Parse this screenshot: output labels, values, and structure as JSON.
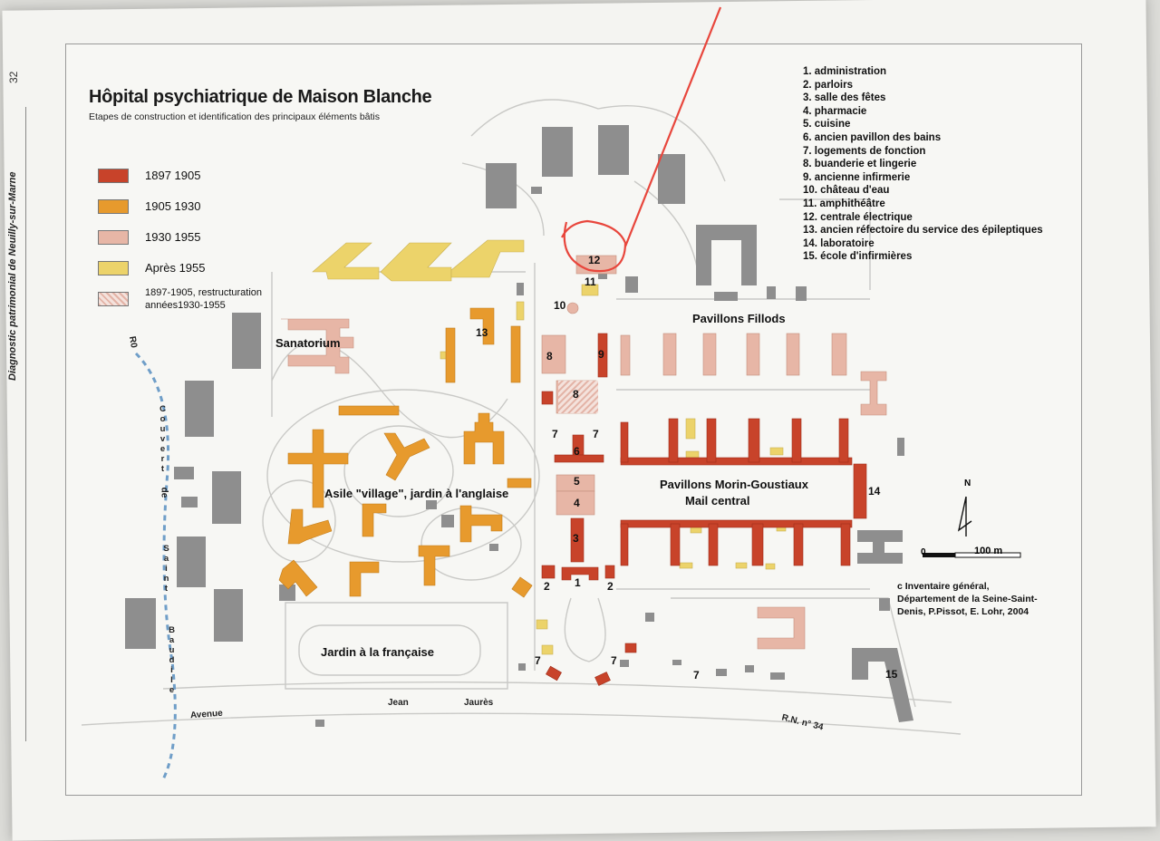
{
  "page": {
    "side_caption": "Diagnostic patrimonial de Neuilly-sur-Marne",
    "page_number": "32"
  },
  "map": {
    "title": "Hôpital psychiatrique de Maison Blanche",
    "subtitle": "Etapes de construction et identification des principaux éléments bâtis"
  },
  "legend": [
    {
      "label": "1897 1905",
      "color": "#c8432a"
    },
    {
      "label": "1905 1930",
      "color": "#e79a2d"
    },
    {
      "label": "1930 1955",
      "color": "#e7b6a6"
    },
    {
      "label": "Après 1955",
      "color": "#ecd36a"
    },
    {
      "label": "1897-1905, restructuration années1930-1955",
      "line1": "1897-1905, restructuration",
      "line2": "années1930-1955",
      "color": "#e3b3a6",
      "pattern": "hatched"
    }
  ],
  "key": [
    "1. administration",
    "2. parloirs",
    "3. salle des fêtes",
    "4. pharmacie",
    "5. cuisine",
    "6. ancien pavillon des bains",
    "7. logements de fonction",
    "8. buanderie et lingerie",
    "9. ancienne infirmerie",
    "10. château d'eau",
    "11. amphithéâtre",
    "12. centrale électrique",
    "13. ancien réfectoire du service des épileptiques",
    "14. laboratoire",
    "15. école d'infirmières"
  ],
  "areas": {
    "sanatorium": "Sanatorium",
    "asile_village": "Asile \"village\", jardin à l'anglaise",
    "pavillons_fillods": "Pavillons Fillods",
    "morin_line1": "Pavillons Morin-Goustiaux",
    "morin_line2": "Mail central",
    "jardin_francaise": "Jardin à la française"
  },
  "streets": {
    "ro": "R0",
    "couvert": "Couvert",
    "de": "de",
    "saint": "Saint",
    "baudile": "Baudile",
    "avenue": "Avenue",
    "jean": "Jean",
    "jaures": "Jaurès",
    "rn34": "R.N. n° 34"
  },
  "building_numbers": [
    "12",
    "11",
    "10",
    "13",
    "8",
    "9",
    "8",
    "7",
    "7",
    "6",
    "5",
    "4",
    "3",
    "2",
    "1",
    "2",
    "14",
    "15",
    "7",
    "7",
    "7"
  ],
  "north": {
    "letter": "N"
  },
  "scale": {
    "zero": "0",
    "label": "100 m"
  },
  "credit": [
    "c Inventaire général,",
    "Département de la Seine-Saint-",
    "Denis, P.Pissot, E. Lohr, 2004"
  ],
  "colors": {
    "period_1897_1905": "#c8432a",
    "period_1905_1930": "#e79a2d",
    "period_1930_1955": "#e7b6a6",
    "period_apres_1955": "#ecd36a",
    "other_buildings": "#8e8e8e",
    "annotation": "#e8463c",
    "path_blue": "#6f9ec8"
  }
}
